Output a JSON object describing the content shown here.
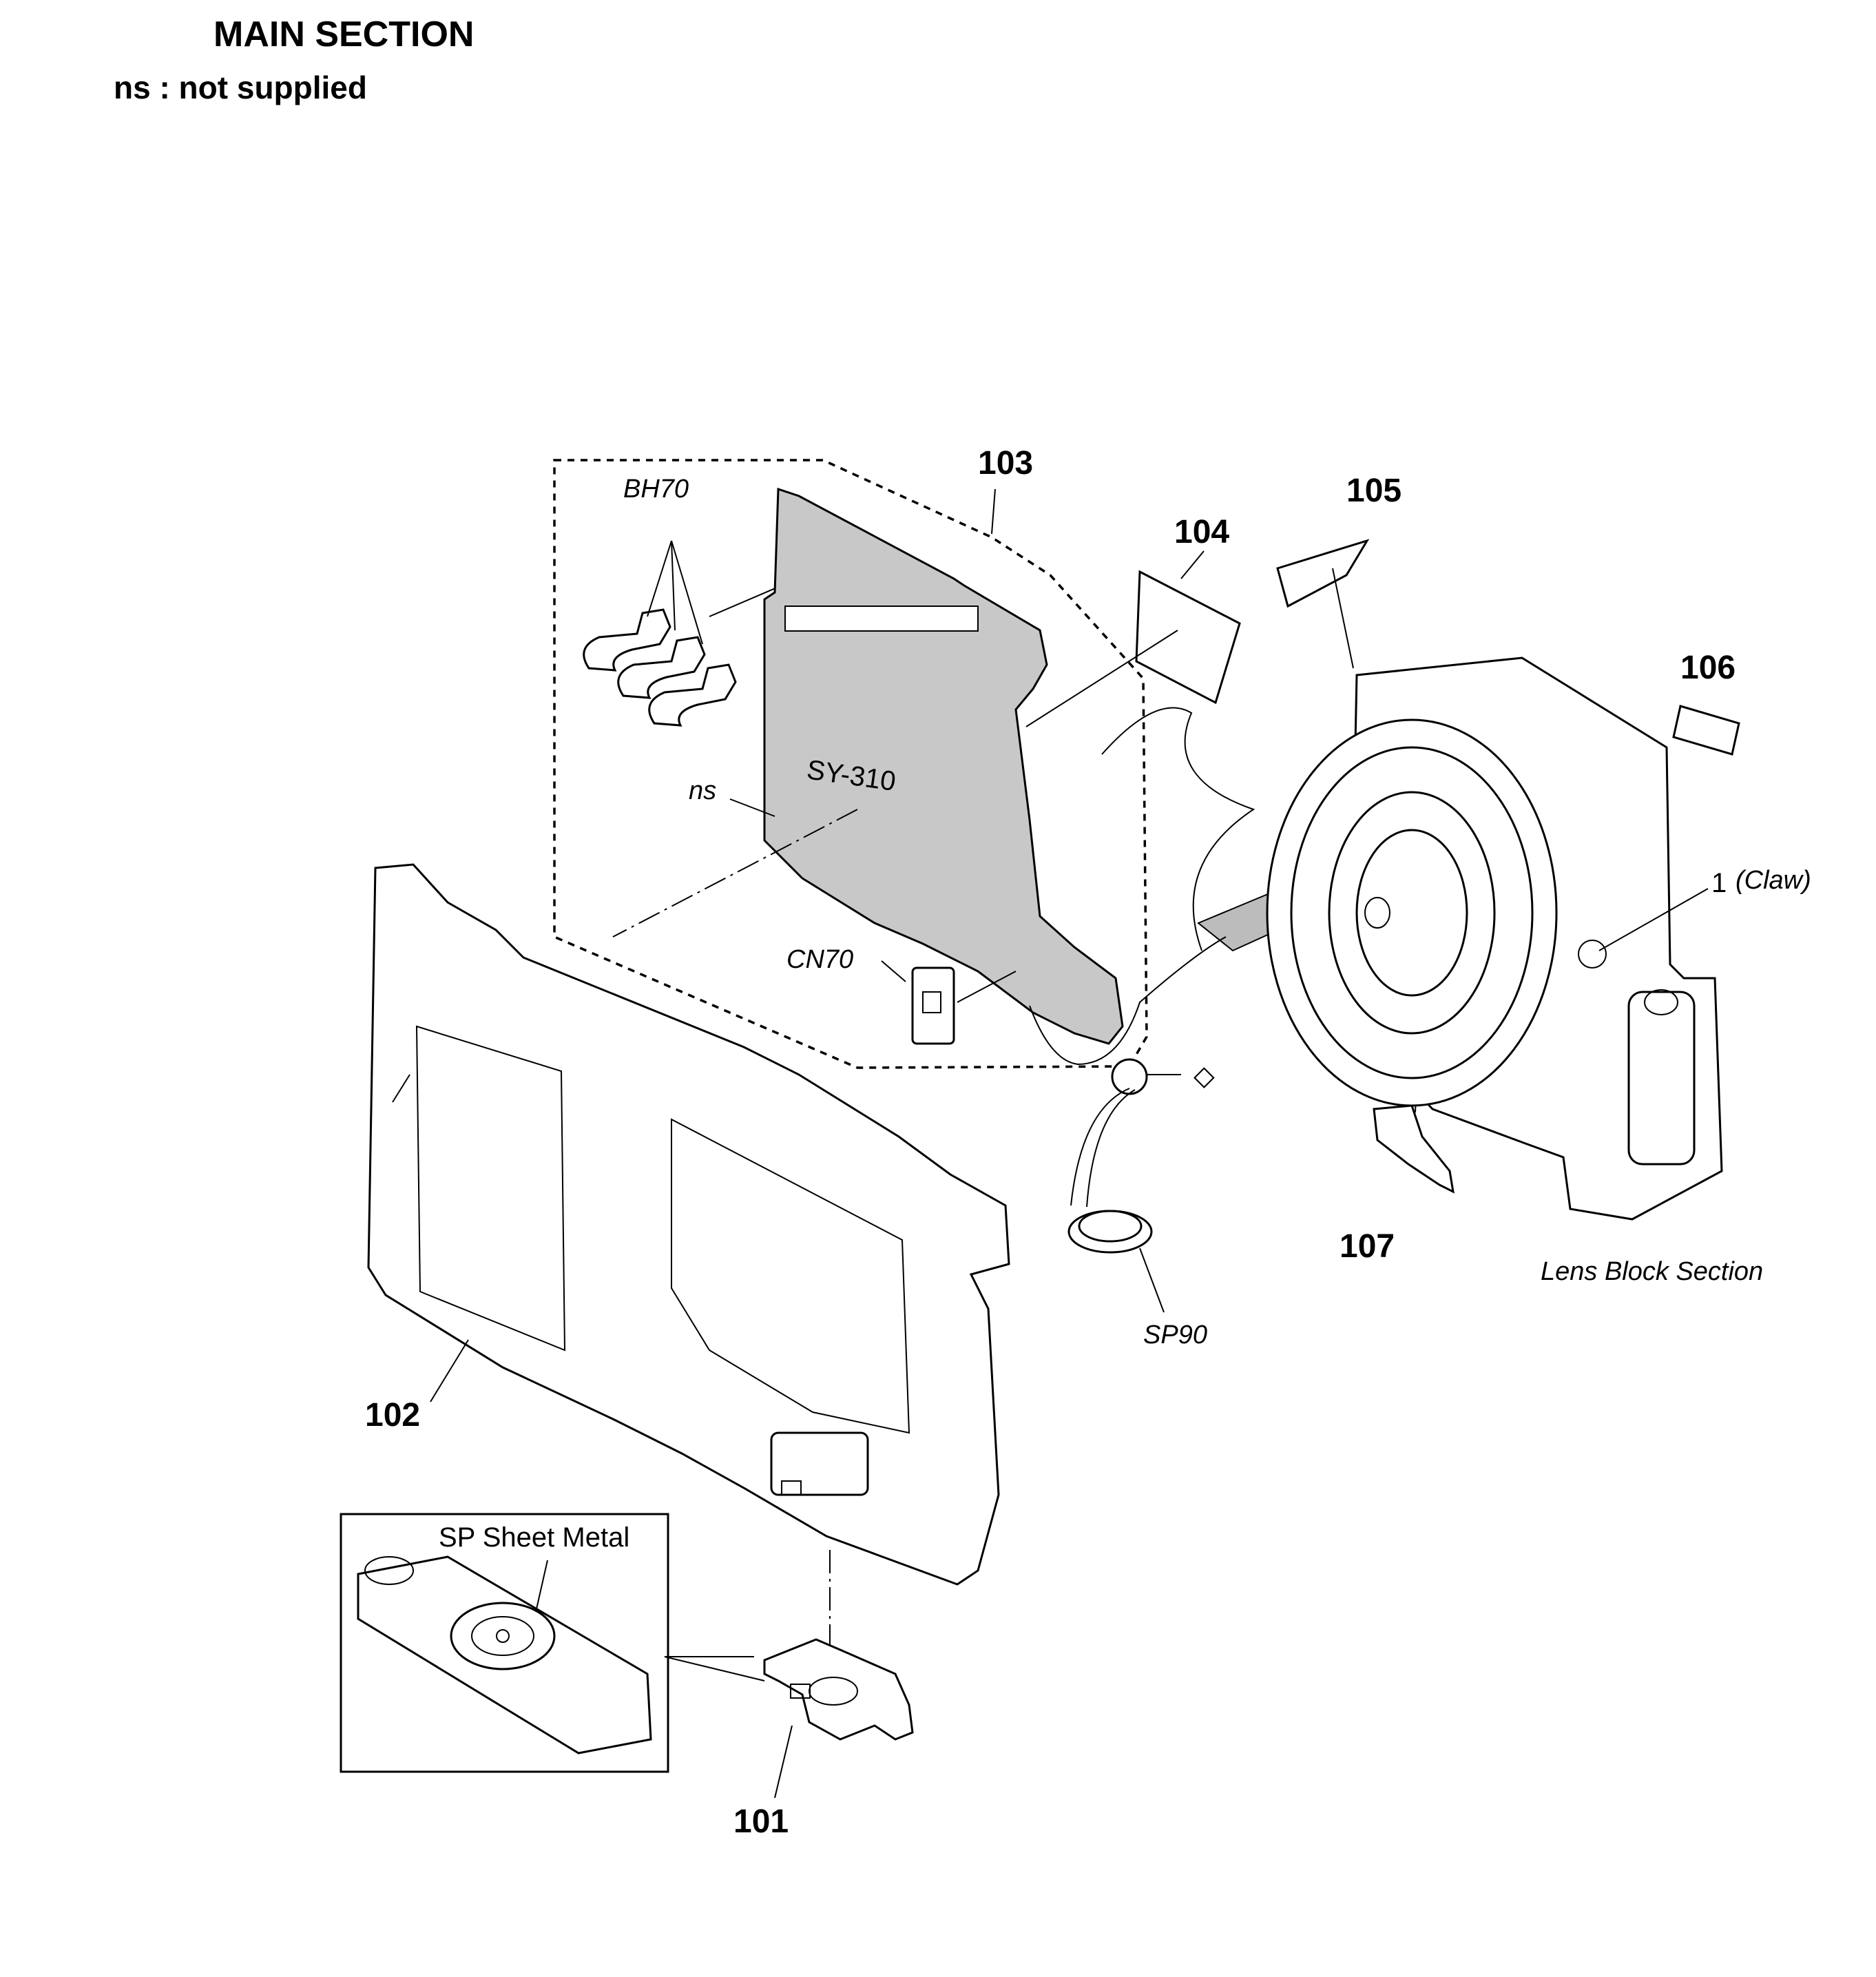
{
  "header": {
    "title": "MAIN SECTION",
    "note": "ns : not supplied"
  },
  "callouts": {
    "p101": "101",
    "p102": "102",
    "p103": "103",
    "p104": "104",
    "p105": "105",
    "p106": "106",
    "p107": "107",
    "claw_num": "1",
    "claw_text": "(Claw)"
  },
  "labels": {
    "bh70": "BH70",
    "ns": "ns",
    "board": "SY-310",
    "cn70": "CN70",
    "sp90": "SP90",
    "lens_block": "Lens Block Section",
    "sp_sheet_metal": "SP Sheet Metal",
    "marker": "◇"
  }
}
